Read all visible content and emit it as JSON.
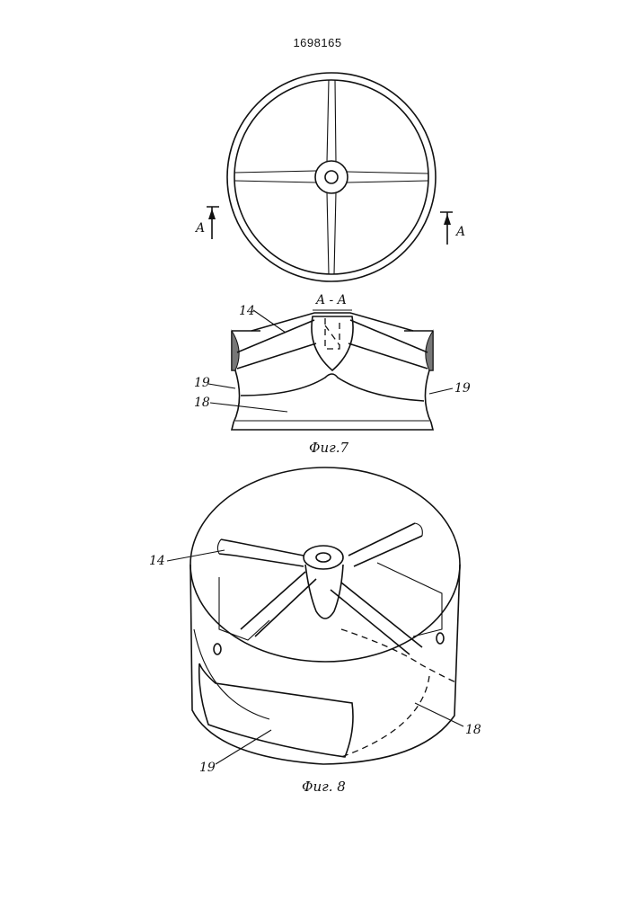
{
  "document": {
    "patent_number": "1698165"
  },
  "figure7": {
    "caption": "Фиг.7",
    "section_title": "A - A",
    "section_mark_left": "A",
    "section_mark_right": "A",
    "labels": {
      "part14": "14",
      "part19_left": "19",
      "part19_right": "19",
      "part18": "18"
    }
  },
  "figure8": {
    "caption": "Фиг. 8",
    "labels": {
      "part14": "14",
      "part18": "18",
      "part19": "19"
    }
  }
}
